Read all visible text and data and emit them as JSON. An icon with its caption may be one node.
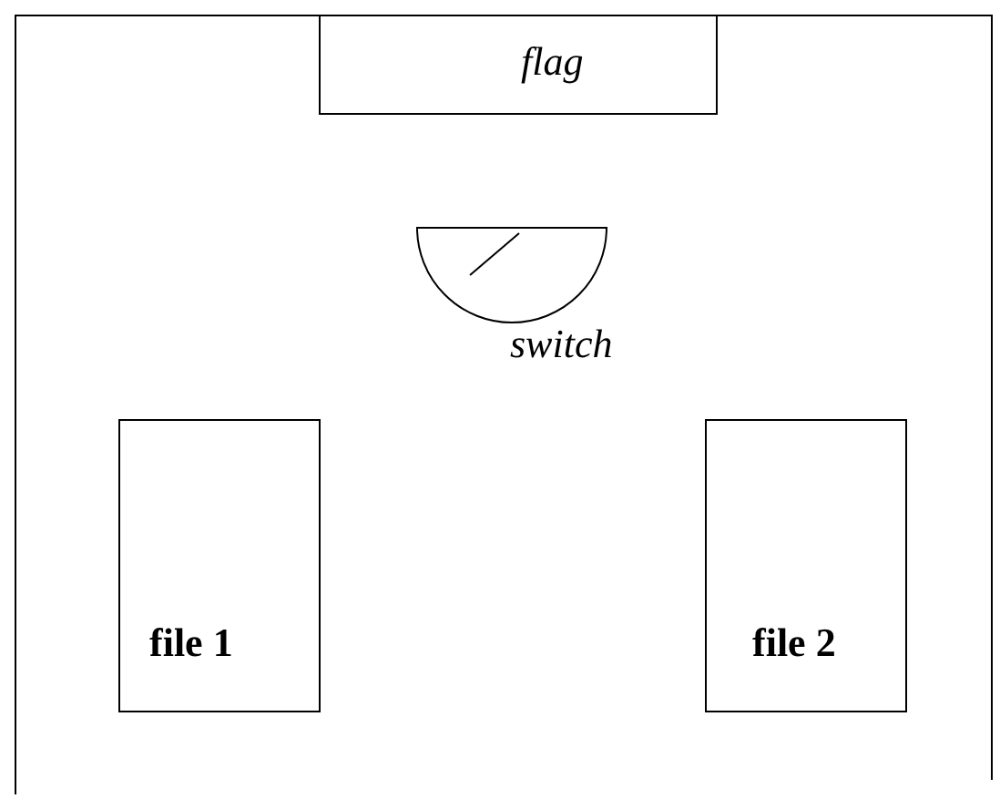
{
  "diagram": {
    "nodes": [
      {
        "text": [
          "flag"
        ]
      },
      {
        "text": [],
        "shape": "semicircle",
        "beside": [
          "switch"
        ]
      },
      {
        "text": [
          "file 1"
        ]
      },
      {
        "text": [
          "file 2"
        ]
      }
    ]
  }
}
